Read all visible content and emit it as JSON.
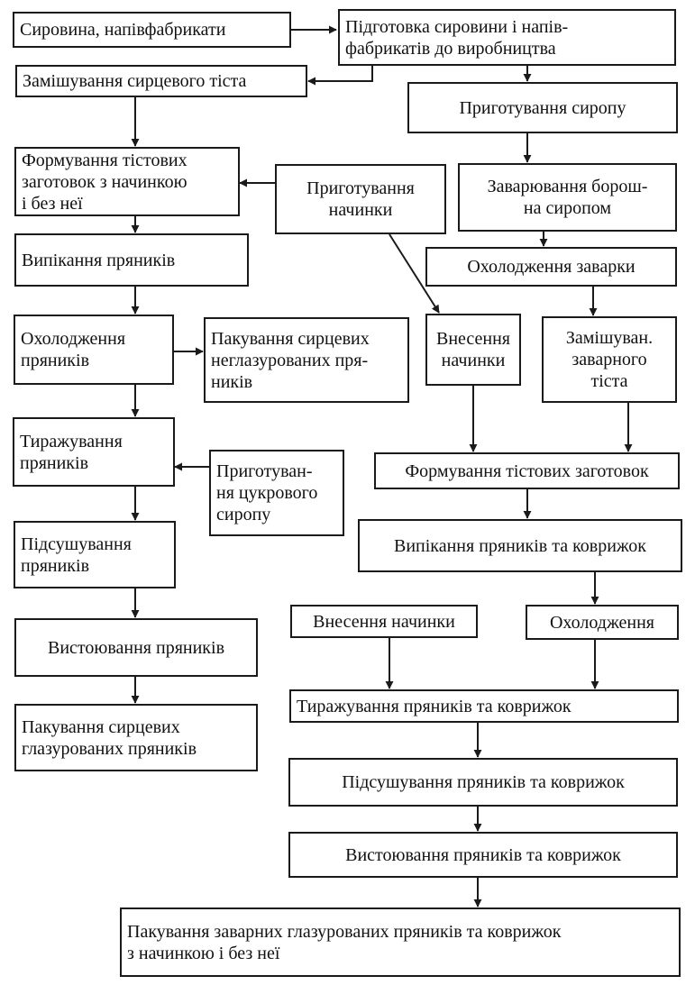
{
  "diagram": {
    "nodes": {
      "raw_materials": "Сировина, напівфабрикати",
      "preparation": "Підготовка сировини і напів-\nфабрикатів до виробництва",
      "mixing_raw_dough": "Замішування сирцевого тіста",
      "syrup_prep": "Приготування сиропу",
      "forming_left": "Формування тістових\nзаготовок з начинкою\nі без неї",
      "filling_prep": "Приготування\nначинки",
      "brewing_flour": "Заварювання борош-\nна сиропом",
      "baking_left": "Випікання пряників",
      "cooling_brew": "Охолодження заварки",
      "cooling_left": "Охолодження\nпряників",
      "packing_unglazed": "Пакування сирцевих\nнеглазурованих пря-\nників",
      "adding_filling_1": "Внесення\nначинки",
      "mixing_brewed": "Замішуван.\nзаварного\nтіста",
      "glazing_left": "Тиражування\nпряників",
      "sugar_syrup": "Приготуван-\nня цукрового\nсиропу",
      "forming_right": "Формування тістових заготовок",
      "drying_left": "Підсушування\nпряників",
      "baking_right": "Випікання пряників та коврижок",
      "adding_filling_2": "Внесення начинки",
      "cooling_right": "Охолодження",
      "resting_left": "Вистоювання пряників",
      "glazing_right": "Тиражування пряників та коврижок",
      "packing_glazed_raw": "Пакування сирцевих\nглазурованих пряників",
      "drying_right": "Підсушування пряників та коврижок",
      "resting_right": "Вистоювання пряників та коврижок",
      "packing_final": "Пакування заварних глазурованих пряників та коврижок\nз начинкою і без неї"
    }
  }
}
